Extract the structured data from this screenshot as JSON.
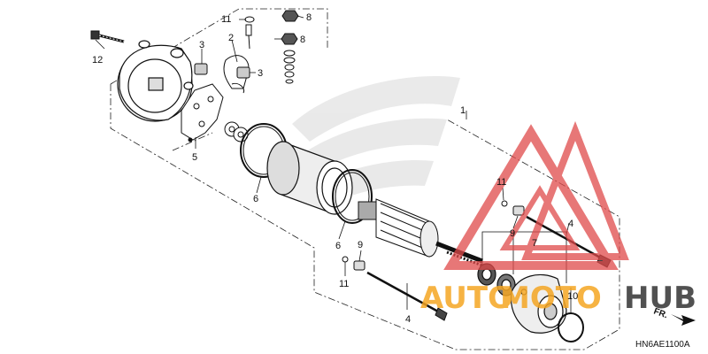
{
  "callouts": {
    "c1": "1",
    "c2": "2",
    "c3a": "3",
    "c3b": "3",
    "c4a": "4",
    "c4b": "4",
    "c5": "5",
    "c6a": "6",
    "c6b": "6",
    "c7": "7",
    "c8a": "8",
    "c8b": "8",
    "c9a": "9",
    "c9b": "9",
    "c10": "10",
    "c11a": "11",
    "c11b": "11",
    "c11c": "11",
    "c12": "12"
  },
  "direction_label": "FR.",
  "diagram_code": "HN6AE1100A",
  "watermark": {
    "brand_part1": "AUTO",
    "brand_part2": "MOTO",
    "brand_part3": "HUB",
    "color_red": "#e04a4a",
    "color_orange": "#f5a623",
    "color_dark": "#333333"
  }
}
